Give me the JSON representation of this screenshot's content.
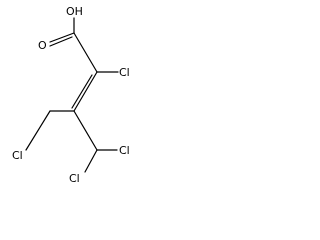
{
  "structure": {
    "atoms": {
      "hydroxyl": "OH",
      "carbonyl_oxygen": "O",
      "chloro_c2": "Cl",
      "chloromethyl_cl": "Cl",
      "dichloromethyl_cl_right": "Cl",
      "dichloromethyl_cl_bottom": "Cl"
    }
  }
}
